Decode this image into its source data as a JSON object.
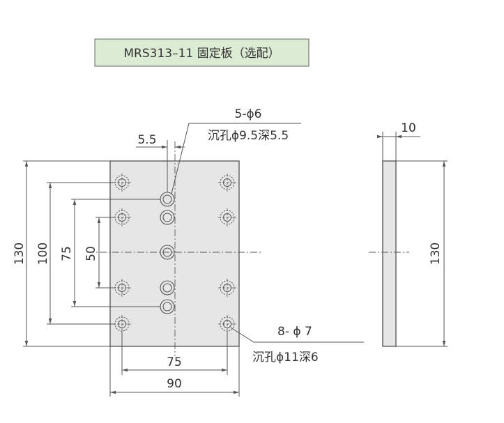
{
  "title": "MRS313–11 固定板（选配）",
  "front_view": {
    "dim_height": "130",
    "dim_outer_hole_span": "100",
    "dim_center_hole_span": "75",
    "dim_inner_hole_span": "50",
    "dim_hole_width_span": "75",
    "dim_width": "90",
    "dim_offset": "5.5",
    "callout_small_holes": {
      "spec": "5-ϕ6",
      "counterbore": "沉孔ϕ9.5深5.5"
    },
    "callout_corner_holes": {
      "spec": "8- ϕ 7",
      "counterbore": "沉孔ϕ11深6"
    }
  },
  "side_view": {
    "dim_thickness": "10",
    "dim_height": "130"
  },
  "colors": {
    "title_bg": "#dcebd4",
    "plate_fill": "#e6e6e6",
    "line": "#555555",
    "text": "#333333"
  }
}
